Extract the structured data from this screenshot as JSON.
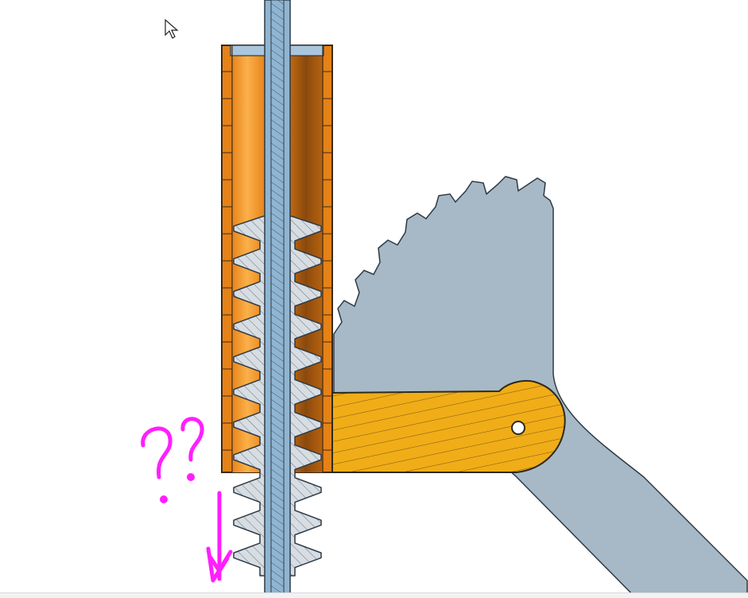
{
  "viewport": {
    "background": "#ffffff",
    "title": ""
  },
  "parts": {
    "sleeve": {
      "name": "tube",
      "color_light": "#f6a43a",
      "color_mid": "#e1810f",
      "color_dark": "#8a4a0d",
      "edge": "#3a2a1a"
    },
    "shaft": {
      "name": "center-rod",
      "color": "#8fb5d3",
      "hatch": "#3a4a58"
    },
    "spring": {
      "name": "spring-coil",
      "color": "#d6dde3",
      "hatch": "#4a4a4a",
      "coils": 11
    },
    "gear": {
      "name": "sector-gear",
      "color": "#a7b9c6",
      "teeth": 10
    },
    "lever": {
      "name": "pivot-arm",
      "color": "#f0ad18",
      "hatch": "#6a4c10",
      "hole_color": "#ffffff"
    },
    "annotation": {
      "name": "question-and-arrow",
      "color": "#ff1fff",
      "text": "??"
    }
  },
  "icons": {
    "cursor": "mouse-pointer-icon"
  }
}
